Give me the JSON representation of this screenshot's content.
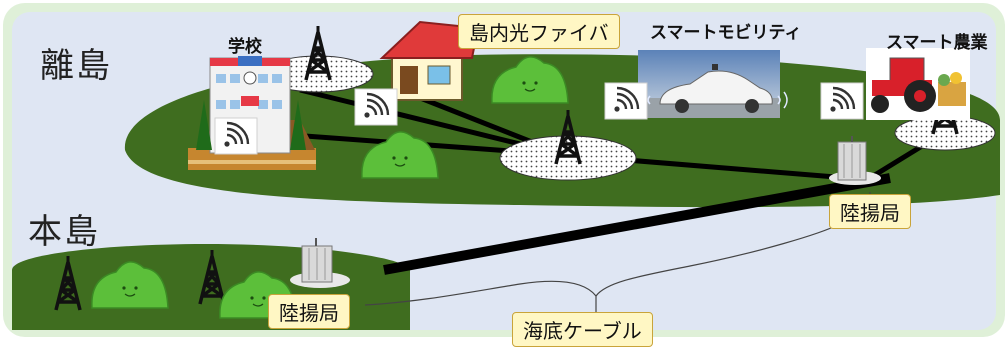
{
  "regions": {
    "remote_island": "離島",
    "main_island": "本島"
  },
  "labels": {
    "school": "学校",
    "fiber": "島内光ファイバ",
    "smart_mobility": "スマートモビリティ",
    "smart_agriculture": "スマート農業",
    "landing_station_remote": "陸揚局",
    "landing_station_main": "陸揚局",
    "submarine_cable": "海底ケーブル"
  },
  "icons": [
    "antenna-tower-icon",
    "wifi-icon",
    "house-icon",
    "school-building-icon",
    "self-driving-car-icon",
    "tractor-icon",
    "office-building-icon",
    "green-hill-icon"
  ],
  "colors": {
    "background": "#dfe6f3",
    "frame": "#dff0d8",
    "island": "#3f6d1f",
    "hill": "#5cbf3a",
    "cable": "#000000",
    "callout_bg": "#fff7c4"
  }
}
